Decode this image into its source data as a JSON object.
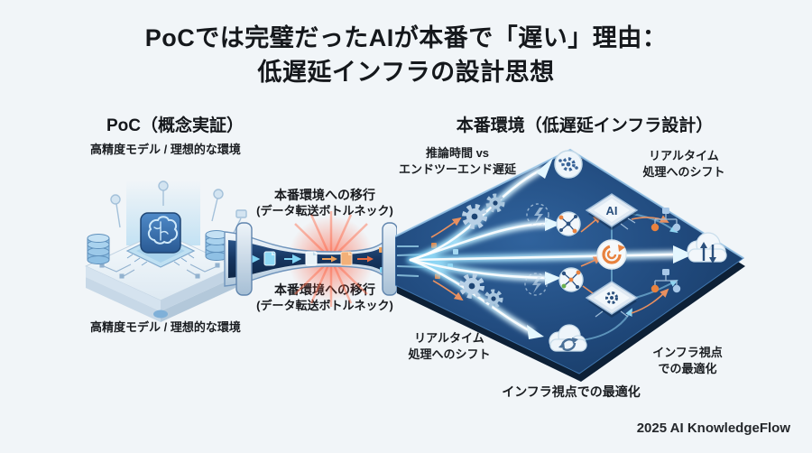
{
  "title": {
    "line1": "PoCでは完璧だったAIが本番で「遅い」理由：",
    "line2": "低遅延インフラの設計思想"
  },
  "poc": {
    "heading": "PoC（概念実証）",
    "env_label_top": "高精度モデル / 理想的な環境",
    "env_label_bottom": "高精度モデル / 理想的な環境"
  },
  "bottleneck": {
    "top": {
      "line1": "本番環境への移行",
      "line2": "(データ転送ボトルネック)"
    },
    "bottom": {
      "line1": "本番環境への移行",
      "line2": "(データ転送ボトルネック)"
    }
  },
  "production": {
    "heading": "本番環境（低遅延インフラ設計）",
    "label_top_left": {
      "line1": "推論時間 vs",
      "line2": "エンドツーエンド遅延"
    },
    "label_top_right": {
      "line1": "リアルタイム",
      "line2": "処理へのシフト"
    },
    "label_bottom_left": {
      "line1": "リアルタイム",
      "line2": "処理へのシフト"
    },
    "label_bottom_right": {
      "line1": "インフラ視点",
      "line2": "での最適化"
    },
    "label_bottom_center": "インフラ視点での最適化",
    "ai_chip_text": "AI"
  },
  "footer": {
    "credit": "2025 AI KnowledgeFlow"
  },
  "colors": {
    "background": "#f1f5f8",
    "diamond_navy": "#1d4473",
    "glow_arrow_cyan": "#bfeaff",
    "bottleneck_red": "#ff5a3c",
    "accent_orange": "#e8823f",
    "chip_blue": "#3a77b7",
    "light_steel": "#b8d0e6"
  }
}
